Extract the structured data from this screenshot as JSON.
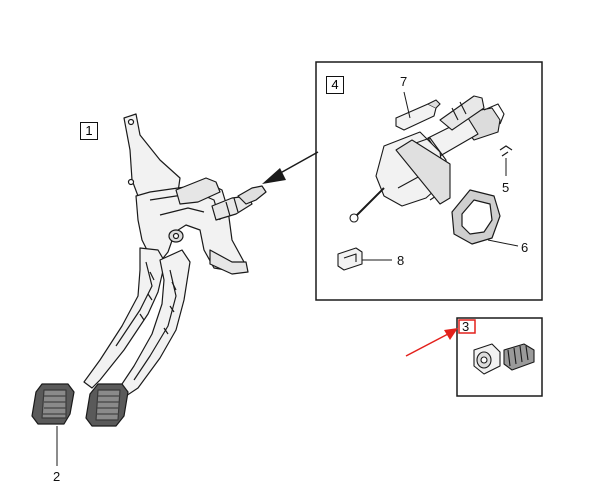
{
  "labels": {
    "box1": "1",
    "box4": "4",
    "box3": "3",
    "n2": "2",
    "n5": "5",
    "n6": "6",
    "n7": "7",
    "n8": "8"
  },
  "colors": {
    "line": "#1a1a1a",
    "part_fill": "#f2f2f2",
    "shade": "#9a9a9a",
    "pad": "#5a5a5a",
    "highlight_arrow": "#e3201b"
  }
}
